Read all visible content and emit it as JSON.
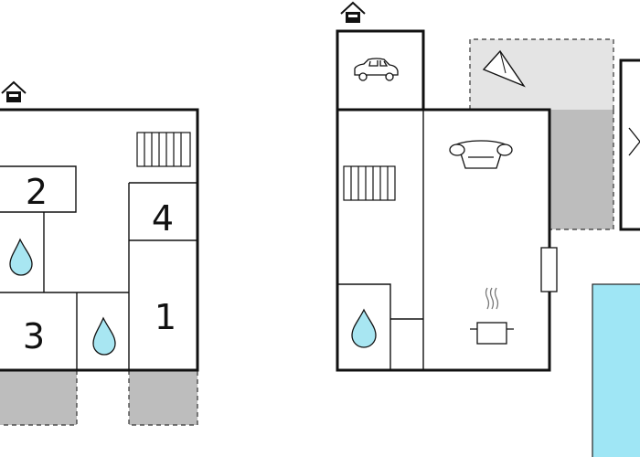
{
  "floor_plan": {
    "rooms": [
      {
        "id": "bedroom-2",
        "number": "2"
      },
      {
        "id": "bedroom-4",
        "number": "4"
      },
      {
        "id": "bedroom-3",
        "number": "3"
      },
      {
        "id": "bedroom-1",
        "number": "1"
      }
    ],
    "icons": [
      "entrance-house-icon",
      "stairs-icon",
      "water-drop-icon",
      "car-icon",
      "sofa-icon",
      "cooking-pot-icon",
      "tent-icon"
    ],
    "colors": {
      "walls": "#111111",
      "terrace": "#bdbdbd",
      "terrace_light": "#e4e4e4",
      "pool": "#9fe6f5",
      "drop": "#a8e6f2"
    }
  }
}
